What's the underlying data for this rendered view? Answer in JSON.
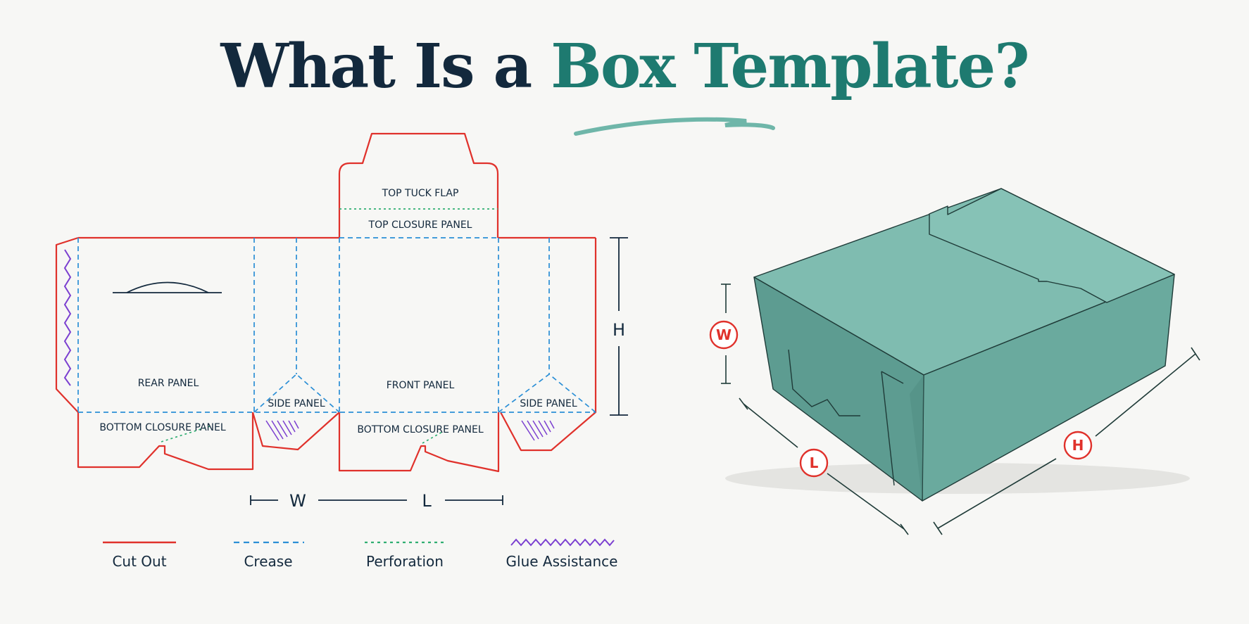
{
  "title": {
    "part1": "What Is a ",
    "part2": "Box Template?"
  },
  "panels": {
    "top_tuck_flap": "TOP TUCK FLAP",
    "top_closure": "TOP CLOSURE PANEL",
    "rear": "REAR PANEL",
    "front": "FRONT PANEL",
    "side_left": "SIDE PANEL",
    "side_right": "SIDE PANEL",
    "bottom_closure_left": "BOTTOM CLOSURE PANEL",
    "bottom_closure_right": "BOTTOM CLOSURE PANEL"
  },
  "dimensions": {
    "height": "H",
    "width": "W",
    "length": "L"
  },
  "legend": [
    {
      "label": "Cut Out",
      "color": "#e0312b",
      "style": "solid"
    },
    {
      "label": "Crease",
      "color": "#2b8fd6",
      "style": "dashed"
    },
    {
      "label": "Perforation",
      "color": "#2fae72",
      "style": "dotted"
    },
    {
      "label": "Glue Assistance",
      "color": "#7b3fd0",
      "style": "zigzag"
    }
  ],
  "box_badges": {
    "w": "W",
    "l": "L",
    "h": "H"
  },
  "colors": {
    "title_dark": "#13293d",
    "title_accent": "#1e7a70",
    "cut": "#e0312b",
    "crease": "#2b8fd6",
    "perforation": "#2fae72",
    "glue": "#7b3fd0",
    "box": "#6fb0a4"
  },
  "icons": [
    "box-illustration",
    "glue-zigzag",
    "dimension-arrow"
  ]
}
